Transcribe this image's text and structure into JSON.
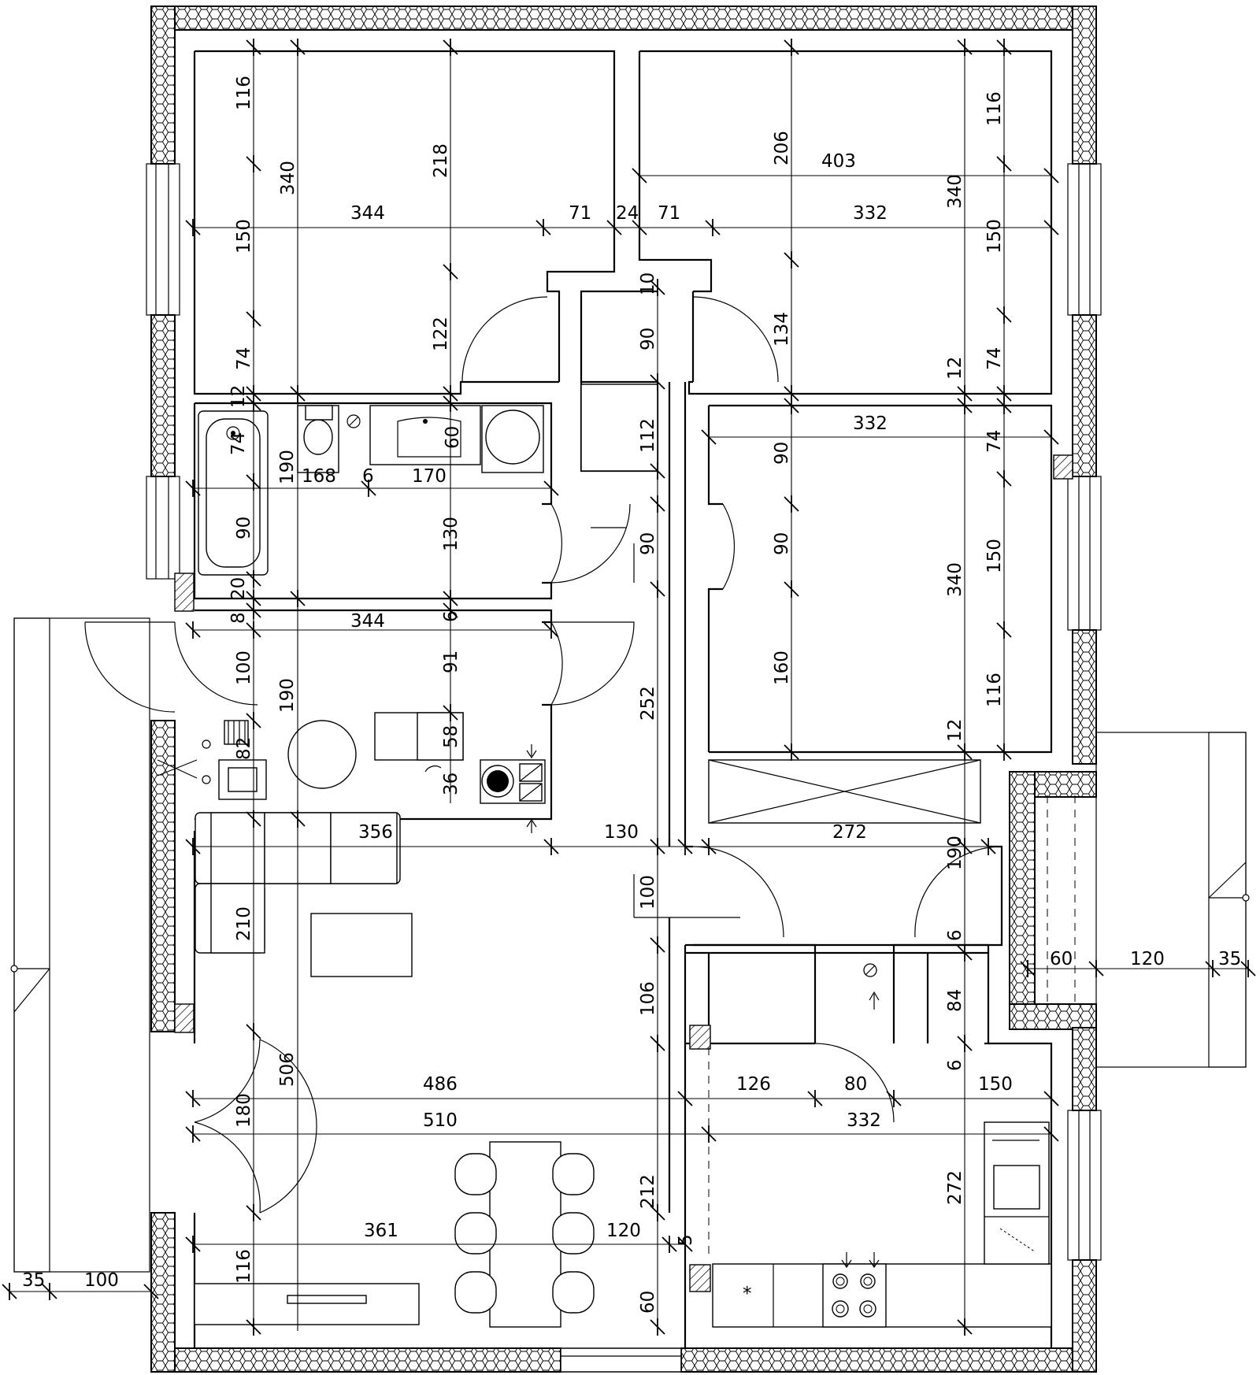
{
  "plan": {
    "dimensions": [
      {
        "id": "d-w1-116",
        "text": "116"
      },
      {
        "id": "d-w1-340",
        "text": "340"
      },
      {
        "id": "d-w1-218",
        "text": "218"
      },
      {
        "id": "d-w1-150",
        "text": "150"
      },
      {
        "id": "d-w1-74",
        "text": "74"
      },
      {
        "id": "d-w1-122",
        "text": "122"
      },
      {
        "id": "d-h-344a",
        "text": "344"
      },
      {
        "id": "d-h-71a",
        "text": "71"
      },
      {
        "id": "d-h-24",
        "text": "24"
      },
      {
        "id": "d-h-71b",
        "text": "71"
      },
      {
        "id": "d-h-332a",
        "text": "332"
      },
      {
        "id": "d-h-403",
        "text": "403"
      },
      {
        "id": "d-ne-206",
        "text": "206"
      },
      {
        "id": "d-ne-134",
        "text": "134"
      },
      {
        "id": "d-ne-116",
        "text": "116"
      },
      {
        "id": "d-ne-340",
        "text": "340"
      },
      {
        "id": "d-ne-150",
        "text": "150"
      },
      {
        "id": "d-ne-74",
        "text": "74"
      },
      {
        "id": "d-ne-12",
        "text": "12"
      },
      {
        "id": "d-c-10",
        "text": "10"
      },
      {
        "id": "d-c-90a",
        "text": "90"
      },
      {
        "id": "d-c-112",
        "text": "112"
      },
      {
        "id": "d-c-90b",
        "text": "90"
      },
      {
        "id": "d-c-252",
        "text": "252"
      },
      {
        "id": "d-b-12",
        "text": "12"
      },
      {
        "id": "d-b-74",
        "text": "74"
      },
      {
        "id": "d-b-190",
        "text": "190"
      },
      {
        "id": "d-b-168",
        "text": "168"
      },
      {
        "id": "d-b-6",
        "text": "6"
      },
      {
        "id": "d-b-170",
        "text": "170"
      },
      {
        "id": "d-b-60",
        "text": "60"
      },
      {
        "id": "d-b-90",
        "text": "90"
      },
      {
        "id": "d-b-130",
        "text": "130"
      },
      {
        "id": "d-b-20",
        "text": "20"
      },
      {
        "id": "d-b-8",
        "text": "8"
      },
      {
        "id": "d-b-6b",
        "text": "6"
      },
      {
        "id": "d-h-344b",
        "text": "344"
      },
      {
        "id": "d-e2-332",
        "text": "332"
      },
      {
        "id": "d-e2-90a",
        "text": "90"
      },
      {
        "id": "d-e2-74",
        "text": "74"
      },
      {
        "id": "d-e2-90b",
        "text": "90"
      },
      {
        "id": "d-e2-340",
        "text": "340"
      },
      {
        "id": "d-e2-150",
        "text": "150"
      },
      {
        "id": "d-e2-160",
        "text": "160"
      },
      {
        "id": "d-e2-116",
        "text": "116"
      },
      {
        "id": "d-e2-12",
        "text": "12"
      },
      {
        "id": "d-h-100",
        "text": "100"
      },
      {
        "id": "d-h-190",
        "text": "190"
      },
      {
        "id": "d-h-91",
        "text": "91"
      },
      {
        "id": "d-h-58",
        "text": "58"
      },
      {
        "id": "d-h-82",
        "text": "82"
      },
      {
        "id": "d-h-36",
        "text": "36"
      },
      {
        "id": "d-l-356",
        "text": "356"
      },
      {
        "id": "d-l-130",
        "text": "130"
      },
      {
        "id": "d-l-272",
        "text": "272"
      },
      {
        "id": "d-l-190",
        "text": "190"
      },
      {
        "id": "d-l-210",
        "text": "210"
      },
      {
        "id": "d-l-100",
        "text": "100"
      },
      {
        "id": "d-l-106",
        "text": "106"
      },
      {
        "id": "d-l-6",
        "text": "6"
      },
      {
        "id": "d-l-84",
        "text": "84"
      },
      {
        "id": "d-bal-60",
        "text": "60"
      },
      {
        "id": "d-bal-120",
        "text": "120"
      },
      {
        "id": "d-bal-35",
        "text": "35"
      },
      {
        "id": "d-k-6",
        "text": "6"
      },
      {
        "id": "d-k-506",
        "text": "506"
      },
      {
        "id": "d-k-486",
        "text": "486"
      },
      {
        "id": "d-k-126",
        "text": "126"
      },
      {
        "id": "d-k-80",
        "text": "80"
      },
      {
        "id": "d-k-150",
        "text": "150"
      },
      {
        "id": "d-k-180",
        "text": "180"
      },
      {
        "id": "d-k-510",
        "text": "510"
      },
      {
        "id": "d-k-332",
        "text": "332"
      },
      {
        "id": "d-k-212",
        "text": "212"
      },
      {
        "id": "d-k-272",
        "text": "272"
      },
      {
        "id": "d-k-361",
        "text": "361"
      },
      {
        "id": "d-k-120",
        "text": "120"
      },
      {
        "id": "d-k-5",
        "text": "5"
      },
      {
        "id": "d-k-116",
        "text": "116"
      },
      {
        "id": "d-k-60",
        "text": "60"
      },
      {
        "id": "d-out-35",
        "text": "35"
      },
      {
        "id": "d-out-100",
        "text": "100"
      }
    ]
  }
}
